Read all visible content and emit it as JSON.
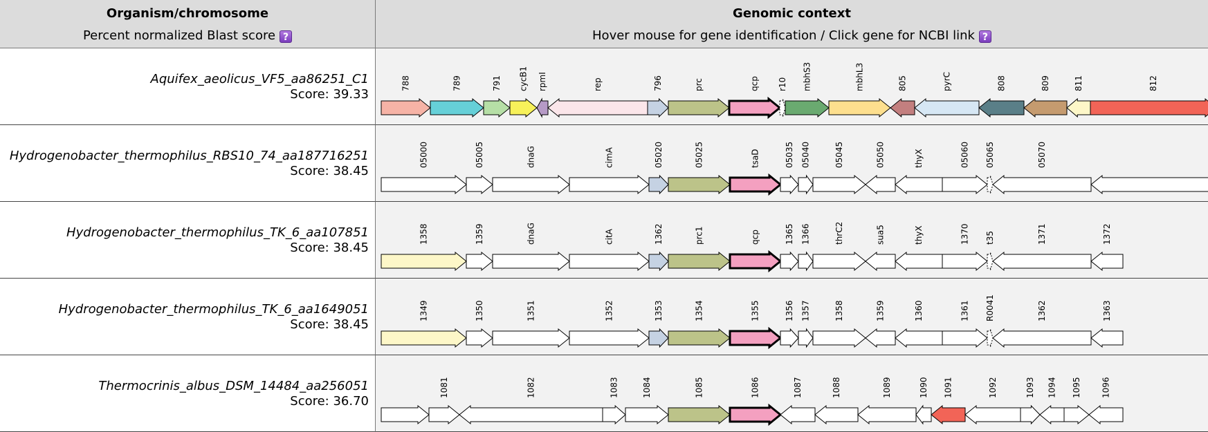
{
  "header": {
    "left_title": "Organism/chromosome",
    "left_subtitle": "Percent normalized Blast score",
    "right_title": "Genomic context",
    "right_subtitle": "Hover mouse for gene identification / Click gene for NCBI link",
    "help_icon": "?"
  },
  "colors": {
    "header_bg": "#dcdcdc",
    "track_bg": "#f2f2f2",
    "gene_default": "#ffffff",
    "query_gene": "#f4a0c0"
  },
  "rows": [
    {
      "organism": "Aquifex_aeolicus_VF5_aa86251_C1",
      "score": "Score: 39.33",
      "genes": [
        {
          "label": "788",
          "dir": 1,
          "color": "#f6b3a6"
        },
        {
          "label": "789",
          "dir": 1,
          "color": "#66d0d8"
        },
        {
          "label": "791",
          "dir": 1,
          "color": "#b6dfa6"
        },
        {
          "label": "cycB1",
          "dir": 1,
          "color": "#f7f15a"
        },
        {
          "label": "rpmI",
          "dir": -1,
          "color": "#b69ac6"
        },
        {
          "label": "rep",
          "dir": -1,
          "color": "#fbe6ea"
        },
        {
          "label": "796",
          "dir": 1,
          "color": "#c5d2e3"
        },
        {
          "label": "prc",
          "dir": 1,
          "color": "#bcc389"
        },
        {
          "label": "qcp",
          "dir": 1,
          "color": "#f4a0c0",
          "query": true
        },
        {
          "label": "r10",
          "dir": 1,
          "color": "#222222",
          "dotted": true
        },
        {
          "label": "mbhS3",
          "dir": 1,
          "color": "#6aaa70"
        },
        {
          "label": "mbhL3",
          "dir": 1,
          "color": "#fddf8e"
        },
        {
          "label": "805",
          "dir": -1,
          "color": "#c37f7f"
        },
        {
          "label": "pyrC",
          "dir": -1,
          "color": "#d6e7f4"
        },
        {
          "label": "808",
          "dir": -1,
          "color": "#5a7f88"
        },
        {
          "label": "809",
          "dir": -1,
          "color": "#c59b6f"
        },
        {
          "label": "811",
          "dir": -1,
          "color": "#fdf7c8"
        },
        {
          "label": "812",
          "dir": 1,
          "color": "#f26457"
        }
      ]
    },
    {
      "organism": "Hydrogenobacter_thermophilus_RBS10_74_aa187716251",
      "score": "Score: 38.45",
      "genes": [
        {
          "label": "05000",
          "dir": 1,
          "color": "#ffffff"
        },
        {
          "label": "05005",
          "dir": 1,
          "color": "#ffffff"
        },
        {
          "label": "dnaG",
          "dir": 1,
          "color": "#ffffff"
        },
        {
          "label": "cimA",
          "dir": 1,
          "color": "#ffffff"
        },
        {
          "label": "05020",
          "dir": 1,
          "color": "#c5d2e3"
        },
        {
          "label": "05025",
          "dir": 1,
          "color": "#bcc389"
        },
        {
          "label": "tsaD",
          "dir": 1,
          "color": "#f4a0c0",
          "query": true
        },
        {
          "label": "05035",
          "dir": 1,
          "color": "#ffffff"
        },
        {
          "label": "05040",
          "dir": 1,
          "color": "#ffffff"
        },
        {
          "label": "05045",
          "dir": 1,
          "color": "#ffffff"
        },
        {
          "label": "05050",
          "dir": -1,
          "color": "#ffffff"
        },
        {
          "label": "thyX",
          "dir": -1,
          "color": "#ffffff"
        },
        {
          "label": "05060",
          "dir": 1,
          "color": "#ffffff"
        },
        {
          "label": "05065",
          "dir": 1,
          "color": "#222222",
          "dotted": true
        },
        {
          "label": "05070",
          "dir": -1,
          "color": "#ffffff"
        },
        {
          "label": "",
          "dir": -1,
          "color": "#ffffff"
        }
      ]
    },
    {
      "organism": "Hydrogenobacter_thermophilus_TK_6_aa107851",
      "score": "Score: 38.45",
      "genes": [
        {
          "label": "1358",
          "dir": 1,
          "color": "#fdf7c8"
        },
        {
          "label": "1359",
          "dir": 1,
          "color": "#ffffff"
        },
        {
          "label": "dnaG",
          "dir": 1,
          "color": "#ffffff"
        },
        {
          "label": "citA",
          "dir": 1,
          "color": "#ffffff"
        },
        {
          "label": "1362",
          "dir": 1,
          "color": "#c5d2e3"
        },
        {
          "label": "prc1",
          "dir": 1,
          "color": "#bcc389"
        },
        {
          "label": "qcp",
          "dir": 1,
          "color": "#f4a0c0",
          "query": true
        },
        {
          "label": "1365",
          "dir": 1,
          "color": "#ffffff"
        },
        {
          "label": "1366",
          "dir": 1,
          "color": "#ffffff"
        },
        {
          "label": "thrC2",
          "dir": 1,
          "color": "#ffffff"
        },
        {
          "label": "sua5",
          "dir": -1,
          "color": "#ffffff"
        },
        {
          "label": "thyX",
          "dir": -1,
          "color": "#ffffff"
        },
        {
          "label": "1370",
          "dir": 1,
          "color": "#ffffff"
        },
        {
          "label": "t35",
          "dir": 1,
          "color": "#222222",
          "dotted": true
        },
        {
          "label": "1371",
          "dir": -1,
          "color": "#ffffff"
        },
        {
          "label": "1372",
          "dir": -1,
          "color": "#ffffff"
        }
      ]
    },
    {
      "organism": "Hydrogenobacter_thermophilus_TK_6_aa1649051",
      "score": "Score: 38.45",
      "genes": [
        {
          "label": "1349",
          "dir": 1,
          "color": "#fdf7c8"
        },
        {
          "label": "1350",
          "dir": 1,
          "color": "#ffffff"
        },
        {
          "label": "1351",
          "dir": 1,
          "color": "#ffffff"
        },
        {
          "label": "1352",
          "dir": 1,
          "color": "#ffffff"
        },
        {
          "label": "1353",
          "dir": 1,
          "color": "#c5d2e3"
        },
        {
          "label": "1354",
          "dir": 1,
          "color": "#bcc389"
        },
        {
          "label": "1355",
          "dir": 1,
          "color": "#f4a0c0",
          "query": true
        },
        {
          "label": "1356",
          "dir": 1,
          "color": "#ffffff"
        },
        {
          "label": "1357",
          "dir": 1,
          "color": "#ffffff"
        },
        {
          "label": "1358",
          "dir": 1,
          "color": "#ffffff"
        },
        {
          "label": "1359",
          "dir": -1,
          "color": "#ffffff"
        },
        {
          "label": "1360",
          "dir": -1,
          "color": "#ffffff"
        },
        {
          "label": "1361",
          "dir": 1,
          "color": "#ffffff"
        },
        {
          "label": "R0041",
          "dir": 1,
          "color": "#222222",
          "dotted": true
        },
        {
          "label": "1362",
          "dir": -1,
          "color": "#ffffff"
        },
        {
          "label": "1363",
          "dir": -1,
          "color": "#ffffff"
        }
      ]
    },
    {
      "organism": "Thermocrinis_albus_DSM_14484_aa256051",
      "score": "Score: 36.70",
      "genes": [
        {
          "label": "",
          "dir": 1,
          "color": "#ffffff"
        },
        {
          "label": "1081",
          "dir": 1,
          "color": "#ffffff"
        },
        {
          "label": "1082",
          "dir": -1,
          "color": "#ffffff"
        },
        {
          "label": "1083",
          "dir": 1,
          "color": "#ffffff"
        },
        {
          "label": "1084",
          "dir": 1,
          "color": "#ffffff"
        },
        {
          "label": "1085",
          "dir": 1,
          "color": "#bcc389"
        },
        {
          "label": "1086",
          "dir": 1,
          "color": "#f4a0c0",
          "query": true
        },
        {
          "label": "1087",
          "dir": -1,
          "color": "#ffffff"
        },
        {
          "label": "1088",
          "dir": -1,
          "color": "#ffffff"
        },
        {
          "label": "1089",
          "dir": -1,
          "color": "#ffffff"
        },
        {
          "label": "1090",
          "dir": -1,
          "color": "#ffffff"
        },
        {
          "label": "1091",
          "dir": -1,
          "color": "#f26457"
        },
        {
          "label": "1092",
          "dir": -1,
          "color": "#ffffff"
        },
        {
          "label": "1093",
          "dir": 1,
          "color": "#ffffff"
        },
        {
          "label": "1094",
          "dir": -1,
          "color": "#ffffff"
        },
        {
          "label": "1095",
          "dir": 1,
          "color": "#ffffff"
        },
        {
          "label": "1096",
          "dir": -1,
          "color": "#ffffff"
        }
      ]
    }
  ]
}
